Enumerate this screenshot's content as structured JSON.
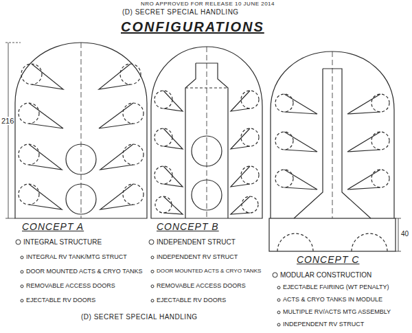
{
  "diagram": {
    "title": "CONFIGURATIONS",
    "labels": [
      "NRO APPROVED FOR RELEASE 10 JUNE 2014",
      "(D) SECRET SPECIAL HANDLING",
      "216",
      "CONCEPT A",
      "CONCEPT B",
      "CONCEPT C",
      "40",
      "INTEGRAL STRUCTURE",
      "INTEGRAL RV TANK/MTG STRUCT",
      "DOOR MOUNTED ACTS & CRYO TANKS",
      "REMOVABLE ACCESS DOORS",
      "EJECTABLE RV DOORS",
      "INDEPENDENT STRUCT",
      "INDEPENDENT RV STRUCT",
      "DOOR MOUNTED ACTS & CRYO TANKS",
      "REMOVABLE ACCESS DOORS",
      "EJECTABLE RV DOORS",
      "MODULAR CONSTRUCTION",
      "EJECTABLE FAIRING (WT PENALTY)",
      "ACTS & CRYO TANKS IN MODULE",
      "MULTIPLE RV/ACTS MTG ASSEMBLY",
      "INDEPENDENT RV STRUCT",
      "(D) SECRET SPECIAL HANDLING"
    ]
  }
}
